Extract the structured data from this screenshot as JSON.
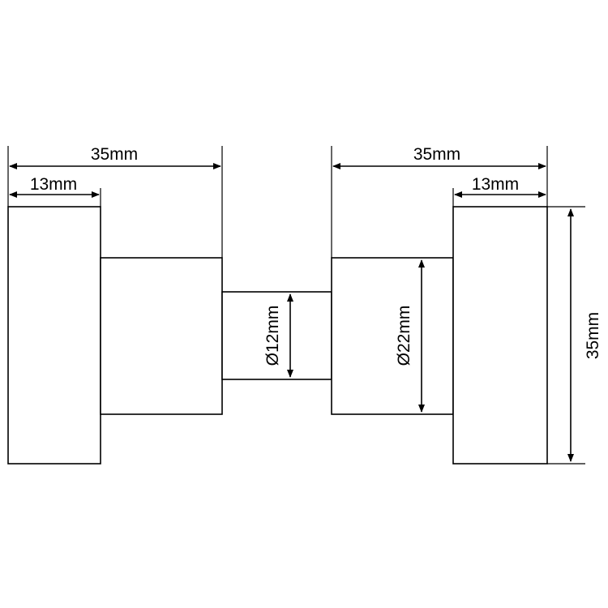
{
  "drawing": {
    "dimensions": {
      "left_overall_width": "35mm",
      "left_knob_width": "13mm",
      "right_overall_width": "35mm",
      "right_knob_width": "13mm",
      "spindle_diameter": "Ø12mm",
      "collar_diameter": "Ø22mm",
      "knob_diameter": "35mm"
    },
    "colors": {
      "line": "#000000",
      "background": "#ffffff"
    }
  }
}
